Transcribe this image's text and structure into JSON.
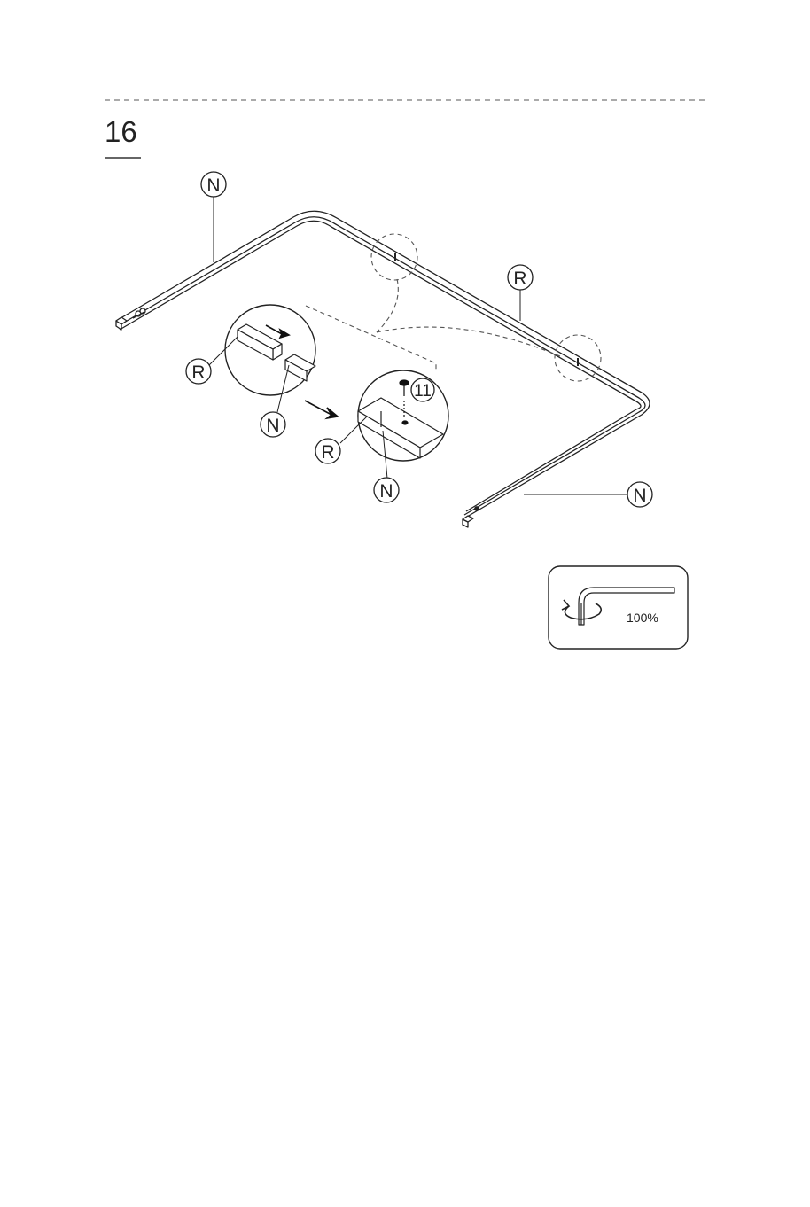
{
  "step": {
    "number": "16"
  },
  "parts": {
    "top_left": "N",
    "right_rail": "R",
    "bottom_right": "N",
    "detail1_upper": "R",
    "detail1_lower": "N",
    "detail2_upper": "R",
    "detail2_lower": "N",
    "screw": "11"
  },
  "tool": {
    "torque": "100%"
  }
}
